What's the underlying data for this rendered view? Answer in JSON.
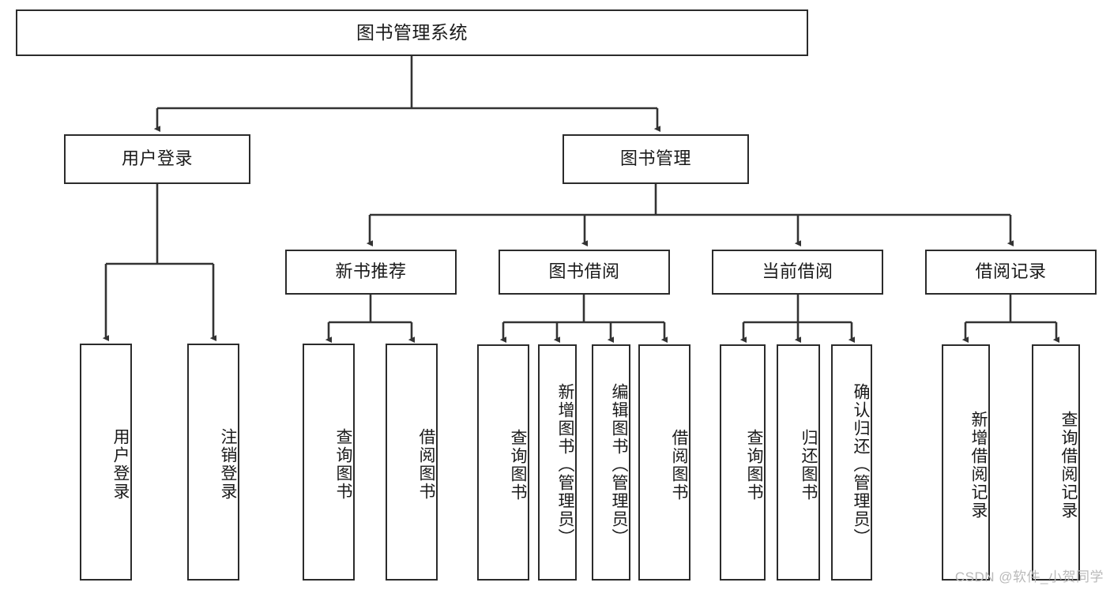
{
  "diagram": {
    "title": "图书管理系统",
    "type": "tree-hierarchy-diagram",
    "colors": {
      "border": "#2b2b2b",
      "fill": "#ffffff",
      "text": "#1a1a1a",
      "edge": "#333333",
      "watermark": "#b9b9b9"
    },
    "watermark": "CSDN @软件_小贺同学",
    "root": {
      "label": "图书管理系统"
    },
    "level2": [
      {
        "label": "用户登录"
      },
      {
        "label": "图书管理"
      }
    ],
    "level3": [
      {
        "label": "新书推荐"
      },
      {
        "label": "图书借阅"
      },
      {
        "label": "当前借阅"
      },
      {
        "label": "借阅记录"
      }
    ],
    "leaves": {
      "user_login": [
        {
          "label": "用户登录"
        },
        {
          "label": "注销登录"
        }
      ],
      "new_book_recommend": [
        {
          "label": "查询图书"
        },
        {
          "label": "借阅图书"
        }
      ],
      "book_borrow": [
        {
          "label": "查询图书"
        },
        {
          "label": "新增图书（管理员）"
        },
        {
          "label": "编辑图书（管理员）"
        },
        {
          "label": "借阅图书"
        }
      ],
      "current_borrow": [
        {
          "label": "查询图书"
        },
        {
          "label": "归还图书"
        },
        {
          "label": "确认归还（管理员）"
        }
      ],
      "borrow_record": [
        {
          "label": "新增借阅记录"
        },
        {
          "label": "查询借阅记录"
        }
      ]
    }
  }
}
